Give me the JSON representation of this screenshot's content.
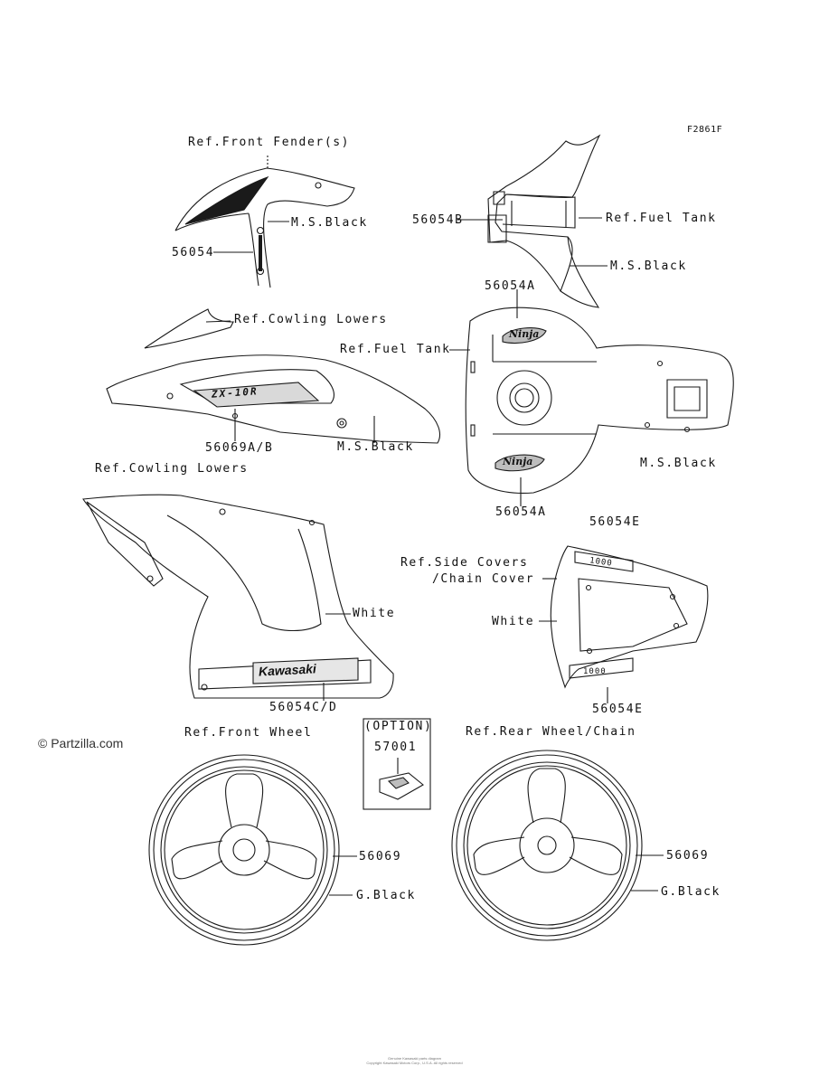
{
  "figure_code": "F2861F",
  "copyright": "© Partzilla.com",
  "footer": [
    "Genuine Kawasaki parts diagram",
    "Copyright Kawasaki Motors Corp., U.S.A. All rights reserved"
  ],
  "labels": {
    "ref_front_fender": "Ref.Front Fender(s)",
    "ms_black_fender": "M.S.Black",
    "part_56054": "56054",
    "part_56054b": "56054B",
    "ref_fuel_tank_top": "Ref.Fuel Tank",
    "ms_black_tank_top": "M.S.Black",
    "part_56054a_top": "56054A",
    "ref_cowling_lowers_top": "Ref.Cowling Lowers",
    "ref_fuel_tank_mid": "Ref.Fuel Tank",
    "part_56069ab": "56069A/B",
    "ms_black_cowl": "M.S.Black",
    "ref_cowling_lowers_bottom": "Ref.Cowling Lowers",
    "ms_black_tank": "M.S.Black",
    "part_56054a_bottom": "56054A",
    "part_56054e_top": "56054E",
    "ref_side_covers": "Ref.Side Covers",
    "chain_cover": "/Chain Cover",
    "white_cowl": "White",
    "white_side": "White",
    "part_56054cd": "56054C/D",
    "part_56054e_bottom": "56054E",
    "option": "(OPTION)",
    "part_57001": "57001",
    "ref_front_wheel": "Ref.Front Wheel",
    "ref_rear_wheel": "Ref.Rear Wheel/Chain",
    "part_56069_front": "56069",
    "gblack_front": "G.Black",
    "part_56069_rear": "56069",
    "gblack_rear": "G.Black"
  },
  "decal_text": {
    "fairing_model": "ZX-10R",
    "tank_logo": "Ninja",
    "cowl_brand": "Kawasaki",
    "tail_badge": "1000"
  },
  "colors": {
    "line": "#1a1a1a",
    "paper": "#ffffff"
  }
}
